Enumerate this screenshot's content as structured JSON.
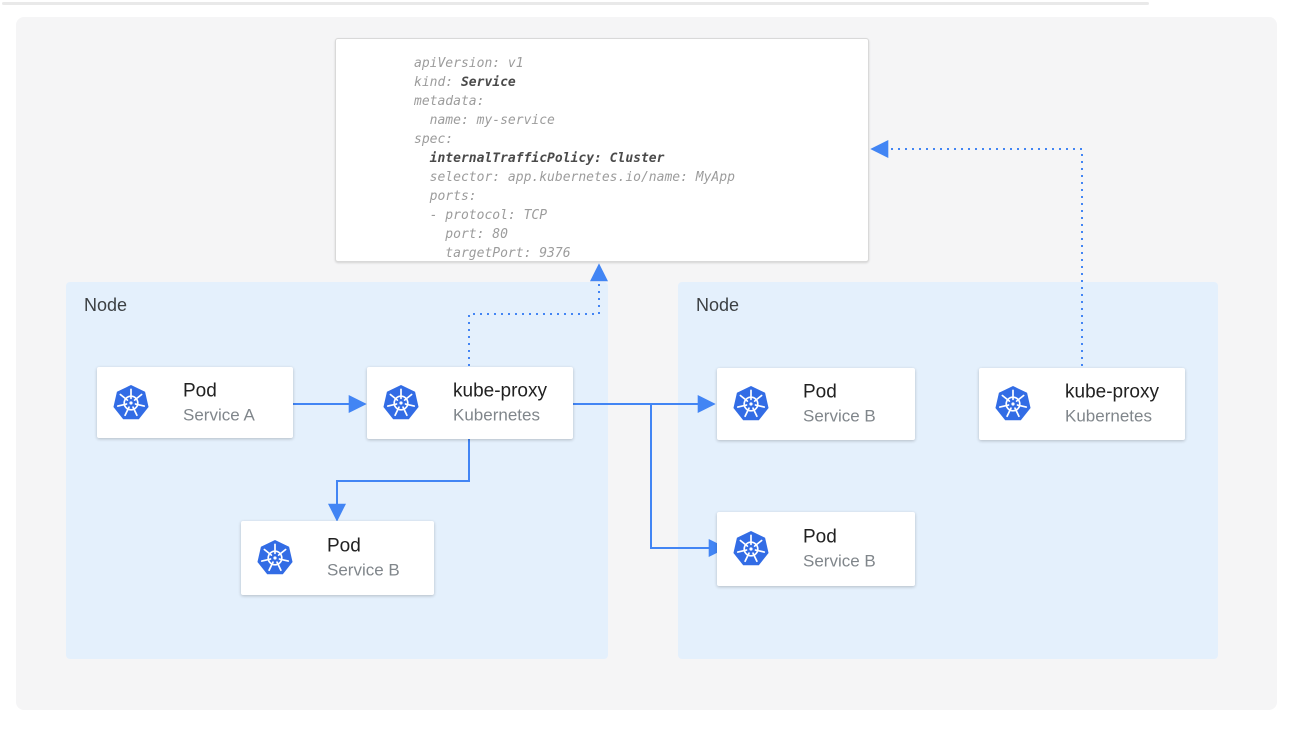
{
  "colors": {
    "accent_blue": "#4285f4",
    "node_fill": "#e4f0fc",
    "canvas_fill": "#f5f5f6",
    "kubernetes_logo_blue": "#326ce5",
    "yaml_text": "#9c9c9c",
    "yaml_bold_text": "#4a4a4a",
    "card_title": "#212121",
    "card_subtitle": "#80868b",
    "node_label": "#3c4043",
    "top_divider": "#e9e9e9"
  },
  "icons": {
    "card_logo": "kubernetes-wheel-icon"
  },
  "yaml_box": {
    "lines": [
      {
        "segments": [
          {
            "text": "apiVersion: v1",
            "bold": false
          }
        ]
      },
      {
        "segments": [
          {
            "text": "kind: ",
            "bold": false
          },
          {
            "text": "Service",
            "bold": true
          }
        ]
      },
      {
        "segments": [
          {
            "text": "metadata:",
            "bold": false
          }
        ]
      },
      {
        "segments": [
          {
            "text": "  name: my-service",
            "bold": false
          }
        ]
      },
      {
        "segments": [
          {
            "text": "spec:",
            "bold": false
          }
        ]
      },
      {
        "segments": [
          {
            "text": "  ",
            "bold": false
          },
          {
            "text": "internalTrafficPolicy: Cluster",
            "bold": true
          }
        ]
      },
      {
        "segments": [
          {
            "text": "  selector: app.kubernetes.io/name: MyApp",
            "bold": false
          }
        ]
      },
      {
        "segments": [
          {
            "text": "  ports:",
            "bold": false
          }
        ]
      },
      {
        "segments": [
          {
            "text": "  - protocol: TCP",
            "bold": false
          }
        ]
      },
      {
        "segments": [
          {
            "text": "    port: 80",
            "bold": false
          }
        ]
      },
      {
        "segments": [
          {
            "text": "    targetPort: 9376",
            "bold": false
          }
        ]
      }
    ]
  },
  "nodes": [
    {
      "label": "Node",
      "cards": [
        {
          "title": "Pod",
          "subtitle": "Service A"
        },
        {
          "title": "kube-proxy",
          "subtitle": "Kubernetes"
        },
        {
          "title": "Pod",
          "subtitle": "Service B"
        }
      ]
    },
    {
      "label": "Node",
      "cards": [
        {
          "title": "Pod",
          "subtitle": "Service B"
        },
        {
          "title": "Pod",
          "subtitle": "Service B"
        },
        {
          "title": "kube-proxy",
          "subtitle": "Kubernetes"
        }
      ]
    }
  ]
}
